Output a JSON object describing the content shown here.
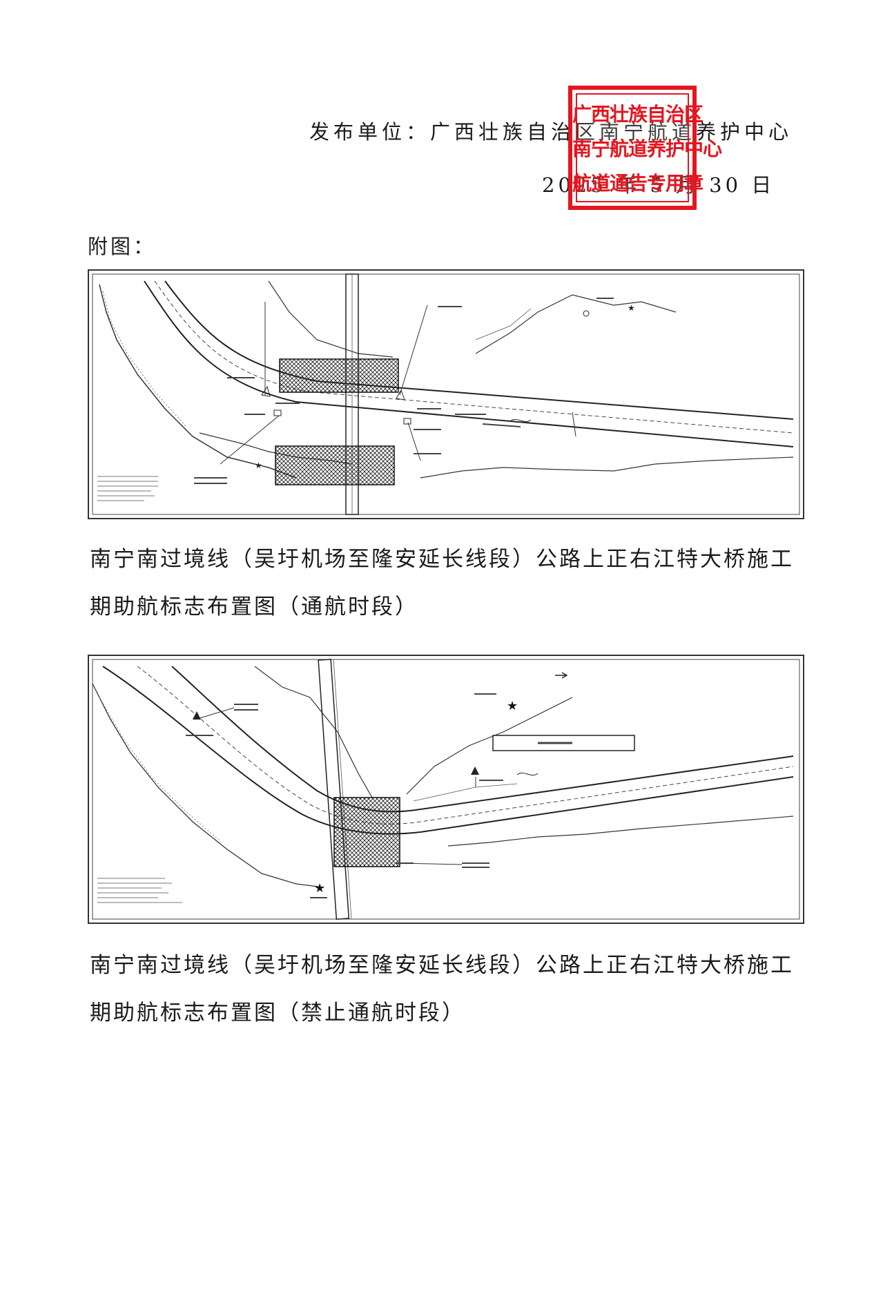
{
  "header": {
    "issuer": "发布单位：广西壮族自治区南宁航道养护中心",
    "date": "2025 年 5 月 30 日"
  },
  "seal": {
    "lines": [
      "广西壮族自治区",
      "南宁航道养护中心",
      "航道通告专用章"
    ],
    "color": "#e4161f"
  },
  "attachment_label": "附图：",
  "figures": [
    {
      "caption_line1": "南宁南过境线（吴圩机场至隆安延长线段）公路上正右江特大桥施工",
      "caption_line2": "期助航标志布置图（通航时段）"
    },
    {
      "caption_line1": "南宁南过境线（吴圩机场至隆安延长线段）公路上正右江特大桥施工",
      "caption_line2": "期助航标志布置图（禁止通航时段）"
    }
  ]
}
